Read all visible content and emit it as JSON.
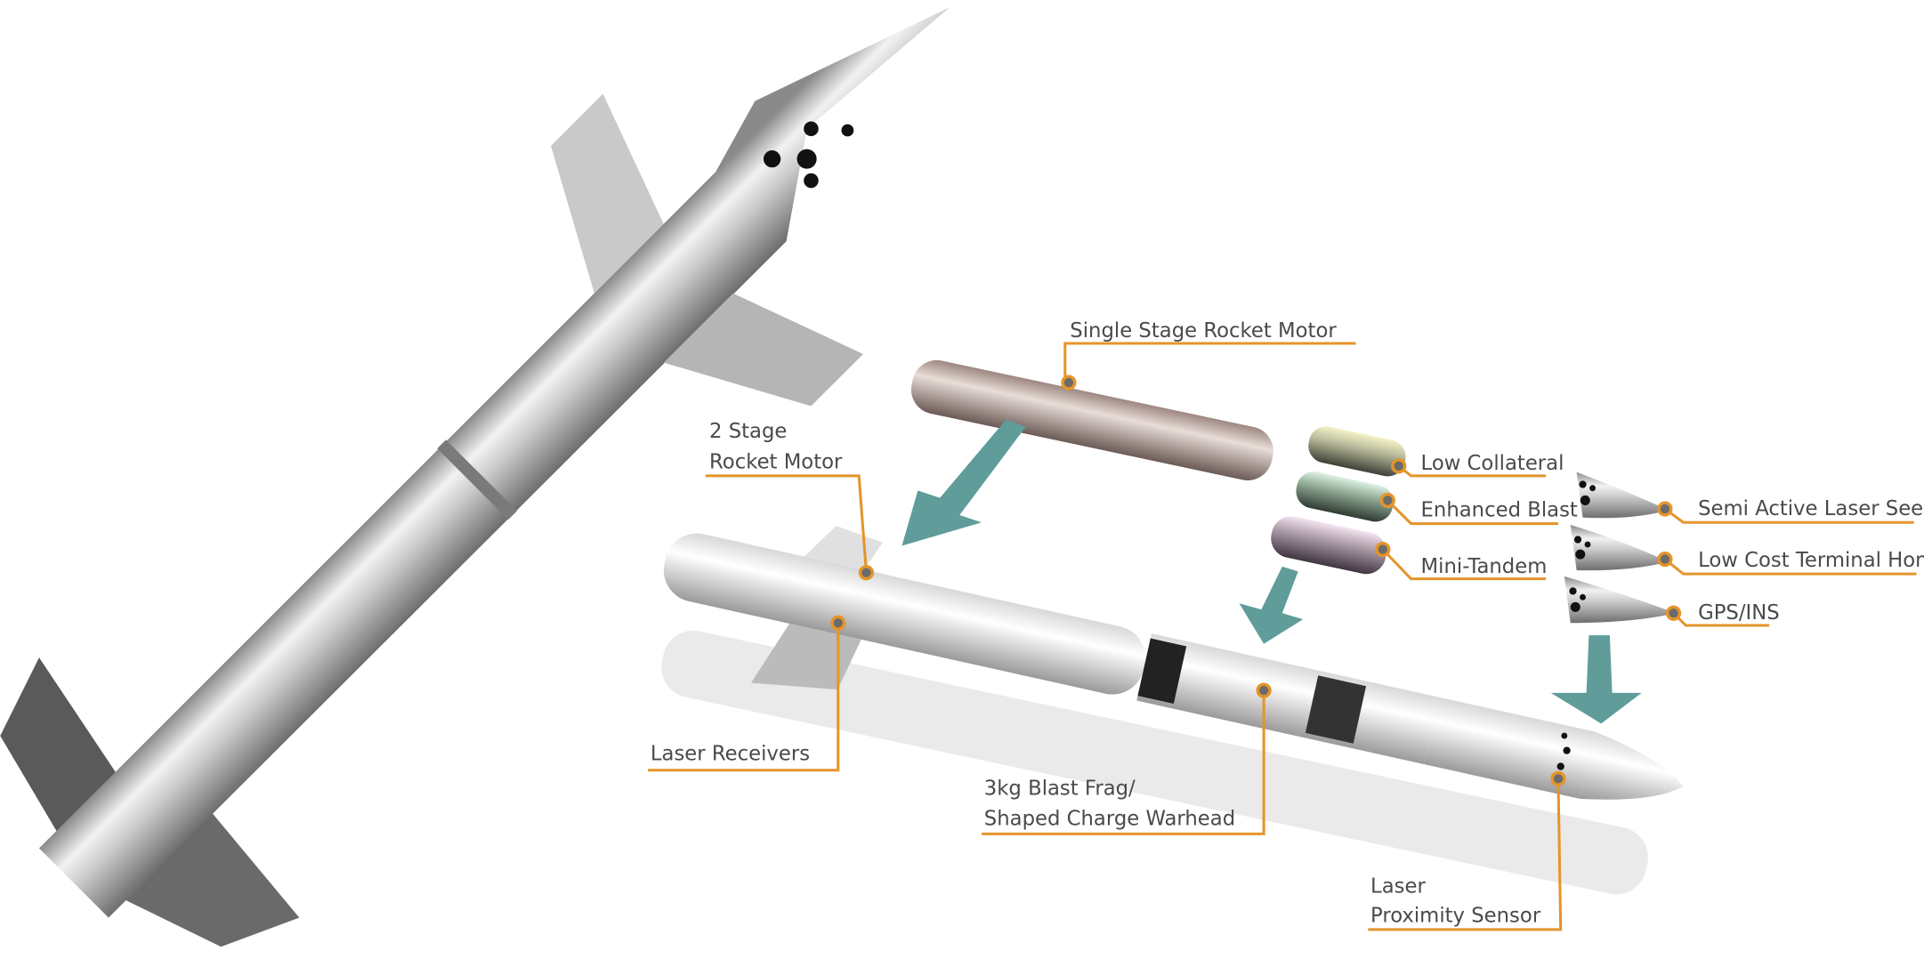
{
  "labels": {
    "single_stage": "Single Stage Rocket Motor",
    "two_stage_line1": "2 Stage",
    "two_stage_line2": "Rocket Motor",
    "laser_receivers": "Laser Receivers",
    "warhead_line1": "3kg Blast Frag/",
    "warhead_line2": "Shaped Charge Warhead",
    "low_collateral": "Low Collateral",
    "enhanced_blast": "Enhanced Blast",
    "mini_tandem": "Mini-Tandem",
    "semi_active": "Semi Active Laser Seeker",
    "low_cost": "Low Cost Terminal Homer",
    "gps_ins": "GPS/INS",
    "prox_line1": "Laser",
    "prox_line2": "Proximity Sensor"
  },
  "colors": {
    "leader": "#e5942a",
    "arrow": "#5f9c9a",
    "text": "#4a4a4a"
  }
}
